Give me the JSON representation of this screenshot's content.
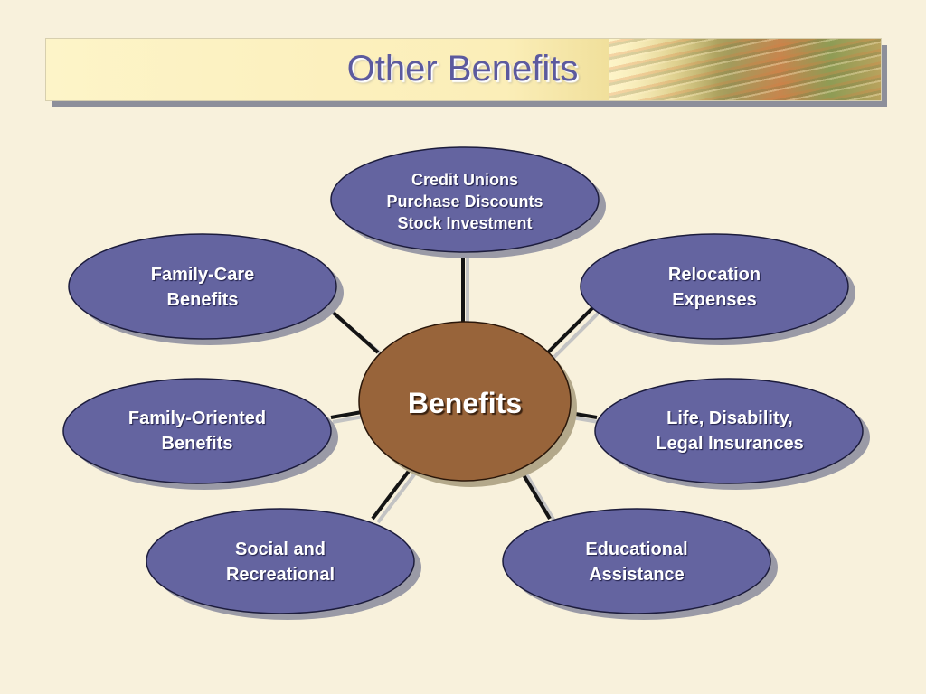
{
  "slide": {
    "title": "Other Benefits"
  },
  "hub": {
    "label": "Benefits"
  },
  "nodes": [
    {
      "id": "credit-unions",
      "lines": [
        "Credit Unions",
        "Purchase Discounts",
        "Stock Investment"
      ]
    },
    {
      "id": "family-care",
      "lines": [
        "Family-Care",
        "Benefits"
      ]
    },
    {
      "id": "relocation",
      "lines": [
        "Relocation",
        "Expenses"
      ]
    },
    {
      "id": "family-oriented",
      "lines": [
        "Family-Oriented",
        "Benefits"
      ]
    },
    {
      "id": "life-disability",
      "lines": [
        "Life, Disability,",
        "Legal Insurances"
      ]
    },
    {
      "id": "social",
      "lines": [
        "Social and",
        "Recreational"
      ]
    },
    {
      "id": "educational",
      "lines": [
        "Educational",
        "Assistance"
      ]
    }
  ],
  "colors": {
    "background": "#f8f1dc",
    "node_fill": "#6464a0",
    "hub_fill": "#98643a",
    "title": "#5c5a9e"
  }
}
